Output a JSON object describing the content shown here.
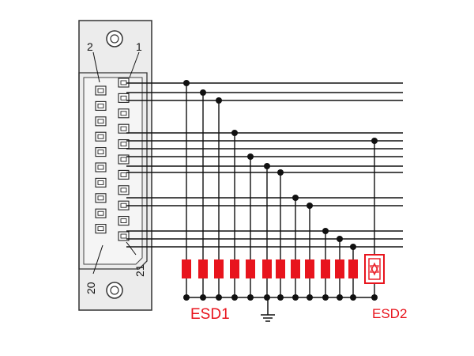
{
  "connector": {
    "pin_labels": {
      "top_left": "2",
      "top_right": "1",
      "bottom_left": "20",
      "bottom_right": "21"
    }
  },
  "labels": {
    "esd1": "ESD1",
    "esd2": "ESD2"
  },
  "colors": {
    "line": "#111111",
    "esd": "#e8141d",
    "connector_fill": "#e8e8e8",
    "connector_stroke": "#333333"
  }
}
